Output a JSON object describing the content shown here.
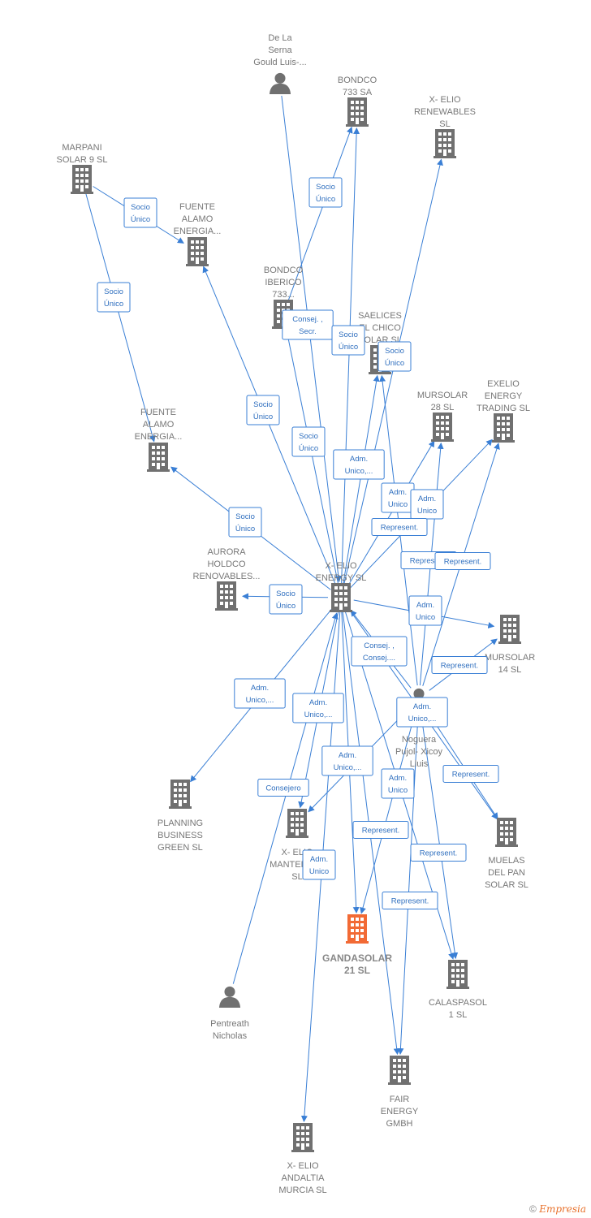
{
  "colors": {
    "edge": "#3a7fd5",
    "building": "#707070",
    "main": "#f26a35",
    "person": "#707070"
  },
  "nodes": [
    {
      "id": "delaserna",
      "type": "person",
      "label": [
        "De La",
        "Serna",
        "Gould Luis-..."
      ]
    },
    {
      "id": "bondco733",
      "type": "company",
      "label": [
        "BONDCO",
        "733 SA"
      ]
    },
    {
      "id": "xelio_renew",
      "type": "company",
      "label": [
        "X- ELIO",
        "RENEWABLES",
        "SL"
      ]
    },
    {
      "id": "marpani",
      "type": "company",
      "label": [
        "MARPANI",
        "SOLAR 9  SL"
      ]
    },
    {
      "id": "fuente1",
      "type": "company",
      "label": [
        "FUENTE",
        "ALAMO",
        "ENERGIA..."
      ]
    },
    {
      "id": "bondco_ib",
      "type": "company",
      "label": [
        "BONDCO",
        "IBERICO",
        "733..."
      ]
    },
    {
      "id": "saelices",
      "type": "company",
      "label": [
        "SAELICES",
        "EL CHICO",
        "SOLAR SL"
      ]
    },
    {
      "id": "mursolar28",
      "type": "company",
      "label": [
        "MURSOLAR",
        "28 SL"
      ]
    },
    {
      "id": "exelio",
      "type": "company",
      "label": [
        "EXELIO",
        "ENERGY",
        "TRADING  SL"
      ]
    },
    {
      "id": "fuente2",
      "type": "company",
      "label": [
        "FUENTE",
        "ALAMO",
        "ENERGIA..."
      ]
    },
    {
      "id": "aurora",
      "type": "company",
      "label": [
        "AURORA",
        "HOLDCO",
        "RENOVABLES..."
      ]
    },
    {
      "id": "xelio_energy",
      "type": "company",
      "label": [
        "X- ELIO",
        "ENERGY  SL"
      ]
    },
    {
      "id": "mursolar14",
      "type": "company",
      "label": [
        "MURSOLAR",
        "14 SL"
      ]
    },
    {
      "id": "noguera",
      "type": "person",
      "label": [
        "Noguera",
        "Pujol- Xicoy",
        "Lluis"
      ]
    },
    {
      "id": "planning",
      "type": "company",
      "label": [
        "PLANNING",
        "BUSINESS",
        "GREEN  SL"
      ]
    },
    {
      "id": "xelio_mant",
      "type": "company",
      "label": [
        "X- ELIO",
        "MANTENIM...",
        "SL"
      ]
    },
    {
      "id": "muelas",
      "type": "company",
      "label": [
        "MUELAS",
        "DEL PAN",
        "SOLAR SL"
      ]
    },
    {
      "id": "gandasolar",
      "type": "main",
      "label": [
        "GANDASOLAR",
        "21  SL"
      ]
    },
    {
      "id": "calaspasol",
      "type": "company",
      "label": [
        "CALASPASOL",
        "1  SL"
      ]
    },
    {
      "id": "pentreath",
      "type": "person",
      "label": [
        "Pentreath",
        "Nicholas"
      ]
    },
    {
      "id": "fair",
      "type": "company",
      "label": [
        "FAIR",
        "ENERGY",
        "GMBH"
      ]
    },
    {
      "id": "xelio_andaltia",
      "type": "company",
      "label": [
        "X- ELIO",
        "ANDALTIA",
        "MURCIA  SL"
      ]
    }
  ],
  "edges": [
    {
      "from": "delaserna",
      "to": "xelio_energy"
    },
    {
      "from": "bondco_ib",
      "to": "bondco733"
    },
    {
      "from": "xelio_energy",
      "to": "bondco733"
    },
    {
      "from": "xelio_energy",
      "to": "xelio_renew"
    },
    {
      "from": "marpani",
      "to": "fuente1"
    },
    {
      "from": "marpani",
      "to": "fuente2"
    },
    {
      "from": "xelio_energy",
      "to": "fuente1"
    },
    {
      "from": "xelio_energy",
      "to": "bondco_ib"
    },
    {
      "from": "xelio_energy",
      "to": "saelices"
    },
    {
      "from": "xelio_energy",
      "to": "mursolar28"
    },
    {
      "from": "xelio_energy",
      "to": "exelio"
    },
    {
      "from": "xelio_energy",
      "to": "fuente2"
    },
    {
      "from": "xelio_energy",
      "to": "aurora"
    },
    {
      "from": "xelio_energy",
      "to": "mursolar14"
    },
    {
      "from": "xelio_energy",
      "to": "planning"
    },
    {
      "from": "xelio_energy",
      "to": "xelio_mant"
    },
    {
      "from": "xelio_energy",
      "to": "muelas"
    },
    {
      "from": "xelio_energy",
      "to": "gandasolar"
    },
    {
      "from": "xelio_energy",
      "to": "calaspasol"
    },
    {
      "from": "xelio_energy",
      "to": "fair"
    },
    {
      "from": "xelio_energy",
      "to": "xelio_andaltia"
    },
    {
      "from": "pentreath",
      "to": "xelio_energy"
    },
    {
      "from": "noguera",
      "to": "saelices"
    },
    {
      "from": "noguera",
      "to": "mursolar28"
    },
    {
      "from": "noguera",
      "to": "exelio"
    },
    {
      "from": "noguera",
      "to": "mursolar14"
    },
    {
      "from": "noguera",
      "to": "muelas"
    },
    {
      "from": "noguera",
      "to": "xelio_energy"
    },
    {
      "from": "noguera",
      "to": "gandasolar"
    },
    {
      "from": "noguera",
      "to": "calaspasol"
    },
    {
      "from": "noguera",
      "to": "fair"
    },
    {
      "from": "noguera",
      "to": "xelio_mant"
    }
  ],
  "edge_labels": [
    {
      "lines": [
        "Socio",
        "Único"
      ]
    },
    {
      "lines": [
        "Socio",
        "Único"
      ]
    },
    {
      "lines": [
        "Socio",
        "Único"
      ]
    },
    {
      "lines": [
        "Consej. ,",
        "Secr."
      ]
    },
    {
      "lines": [
        "Socio",
        "Único"
      ]
    },
    {
      "lines": [
        "Socio",
        "Único"
      ]
    },
    {
      "lines": [
        "Socio",
        "Único"
      ]
    },
    {
      "lines": [
        "Socio",
        "Único"
      ]
    },
    {
      "lines": [
        "Adm.",
        "Unico,..."
      ]
    },
    {
      "lines": [
        "Adm.",
        "Unico"
      ]
    },
    {
      "lines": [
        "Adm.",
        "Unico"
      ]
    },
    {
      "lines": [
        "Represent."
      ]
    },
    {
      "lines": [
        "Socio",
        "Único"
      ]
    },
    {
      "lines": [
        "Represent."
      ]
    },
    {
      "lines": [
        "Represent."
      ]
    },
    {
      "lines": [
        "Socio",
        "Único"
      ]
    },
    {
      "lines": [
        "Adm.",
        "Unico"
      ]
    },
    {
      "lines": [
        "Consej. ,",
        "Consej...."
      ]
    },
    {
      "lines": [
        "Represent."
      ]
    },
    {
      "lines": [
        "Adm.",
        "Unico,..."
      ]
    },
    {
      "lines": [
        "Adm.",
        "Unico,..."
      ]
    },
    {
      "lines": [
        "Adm.",
        "Unico,..."
      ]
    },
    {
      "lines": [
        "Adm.",
        "Unico,..."
      ]
    },
    {
      "lines": [
        "Consejero"
      ]
    },
    {
      "lines": [
        "Adm.",
        "Unico"
      ]
    },
    {
      "lines": [
        "Represent."
      ]
    },
    {
      "lines": [
        "Represent."
      ]
    },
    {
      "lines": [
        "Represent."
      ]
    },
    {
      "lines": [
        "Adm.",
        "Unico"
      ]
    },
    {
      "lines": [
        "Represent."
      ]
    }
  ],
  "footer": {
    "copyright": "©",
    "brand": "Empresia"
  }
}
